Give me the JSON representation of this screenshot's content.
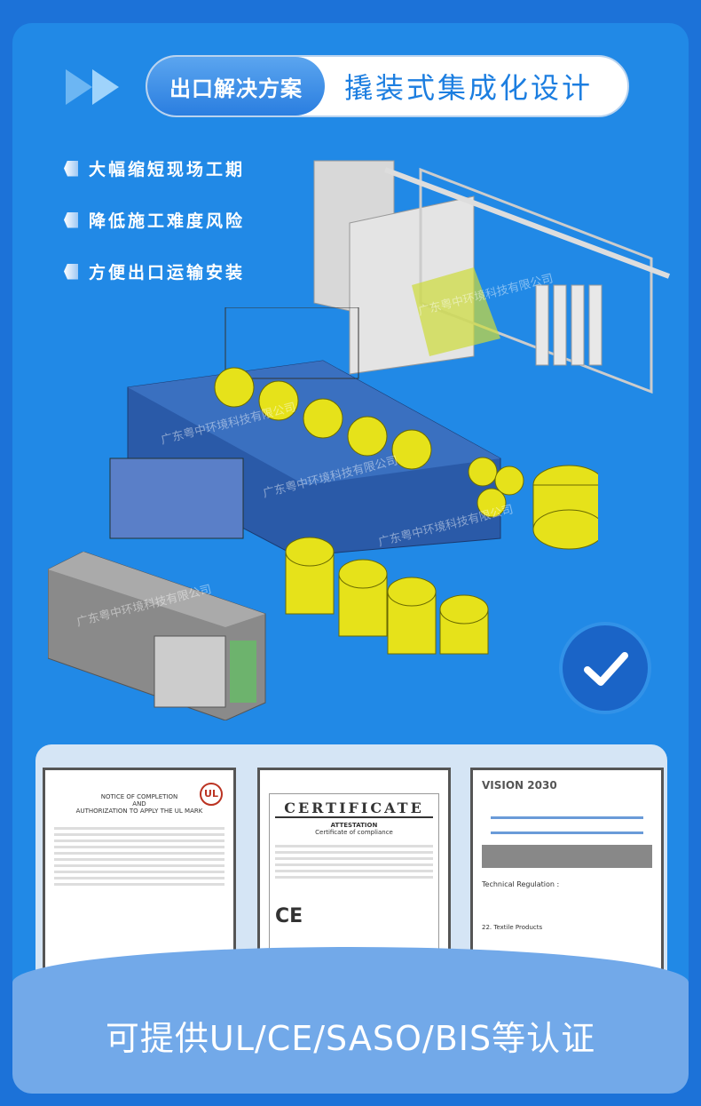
{
  "header": {
    "tag": "出口解决方案",
    "title": "撬装式集成化设计"
  },
  "features": [
    "大幅缩短现场工期",
    "降低施工难度风险",
    "方便出口运输安装"
  ],
  "watermark": "广东粤中环境科技有限公司",
  "certificates": {
    "ul": {
      "title_lines": [
        "NOTICE OF COMPLETION",
        "AND",
        "AUTHORIZATION TO APPLY THE UL MARK"
      ],
      "logo": "UL"
    },
    "ce": {
      "title": "CERTIFICATE",
      "subtitle": "ATTESTATION",
      "subtitle2": "Certificate of compliance",
      "mark": "CE"
    },
    "saso": {
      "logo": "VISION 2030",
      "section": "Technical Regulation :",
      "item": "22. Textile Products"
    }
  },
  "slogan": "可提供UL/CE/SASO/BIS等认证",
  "colors": {
    "background": "#1c72d8",
    "panel": "#2189e6",
    "accent": "#1c7ee0",
    "equipment_yellow": "#e6e21a"
  }
}
